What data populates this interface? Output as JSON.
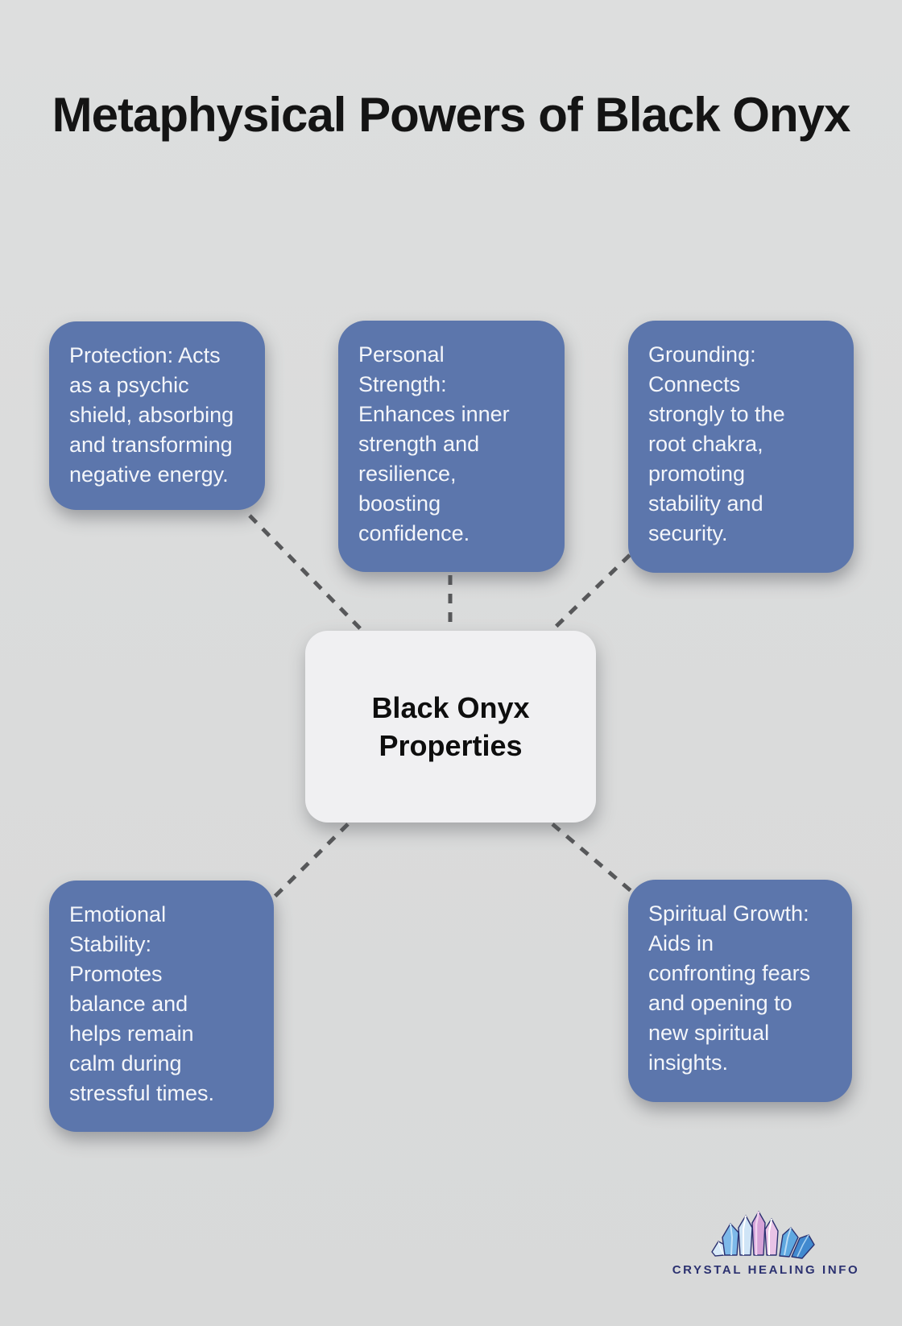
{
  "title": "Metaphysical Powers of Black Onyx",
  "center": {
    "label": "Black Onyx Properties"
  },
  "nodes": [
    {
      "id": "protection",
      "position": "top-left",
      "text": "Protection: Acts as a psychic shield, absorbing and transforming negative energy."
    },
    {
      "id": "personal-strength",
      "position": "top-middle",
      "text": "Personal Strength: Enhances inner strength and resilience, boosting confidence."
    },
    {
      "id": "grounding",
      "position": "top-right",
      "text": "Grounding: Connects strongly to the root chakra, promoting stability and security."
    },
    {
      "id": "emotional-stability",
      "position": "bottom-left",
      "text": "Emotional Stability: Promotes balance and helps remain calm during stressful times."
    },
    {
      "id": "spiritual-growth",
      "position": "bottom-right",
      "text": "Spiritual Growth: Aids in confronting fears and opening to new spiritual insights."
    }
  ],
  "footer": {
    "brand": "CRYSTAL HEALING INFO"
  },
  "colors": {
    "background": "#dadbdb",
    "node_fill": "#5c76ac",
    "node_text": "#f4f6fa",
    "center_fill": "#f0f0f2",
    "connector": "#57585a",
    "title_text": "#141414",
    "brand_text": "#2b3170"
  }
}
